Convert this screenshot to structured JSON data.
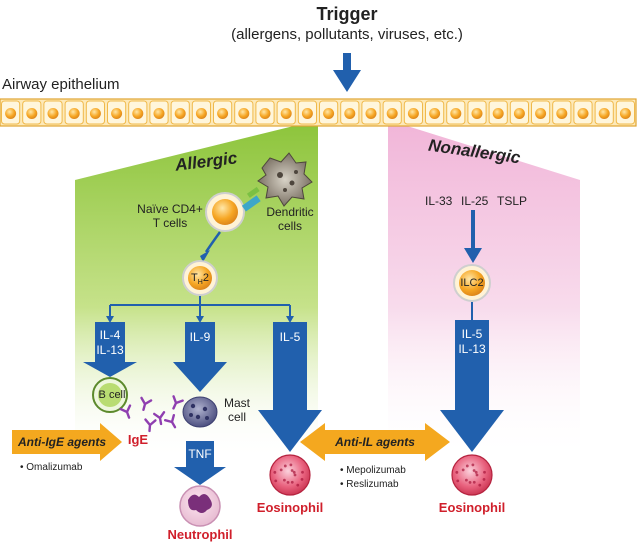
{
  "trigger": {
    "title": "Trigger",
    "subtitle": "(allergens, pollutants, viruses, etc.)"
  },
  "epithelium": {
    "label": "Airway epithelium"
  },
  "allergic": {
    "title": "Allergic",
    "naive_cells": [
      "Naïve CD4+",
      "T cells"
    ],
    "dendritic_cells": [
      "Dendritic",
      "cells"
    ],
    "th2": {
      "main": "T",
      "sub": "H",
      "suffix": "2"
    },
    "il4_il13": [
      "IL-4",
      "IL-13"
    ],
    "il9": "IL-9",
    "il5": "IL-5",
    "b_cell": "B cell",
    "mast_cell": [
      "Mast",
      "cell"
    ],
    "ige": "IgE",
    "tnf": "TNF",
    "neutrophil": "Neutrophil",
    "eosinophil": "Eosinophil"
  },
  "nonallergic": {
    "title": "Nonallergic",
    "cytokines": [
      "IL-33",
      "IL-25",
      "TSLP"
    ],
    "ilc2": "ILC2",
    "il5_il13": [
      "IL-5",
      "IL-13"
    ],
    "eosinophil": "Eosinophil"
  },
  "therapies": {
    "anti_ige": {
      "label": "Anti-IgE agents",
      "drugs": [
        "• Omalizumab"
      ]
    },
    "anti_il": {
      "label": "Anti-IL agents",
      "drugs": [
        "• Mepolizumab",
        "• Reslizumab"
      ]
    }
  },
  "colors": {
    "arrow_blue": "#2160ad",
    "orange": "#f4a81f",
    "red_label": "#d01f2b",
    "allergic_green": "#9ccb3b",
    "nonallergic_pink": "#f3c2df",
    "cell_orange": "#f6a623",
    "eosinophil_red": "#d63b57"
  },
  "icons": [
    "dendritic-cell-icon",
    "mast-cell-icon",
    "neutrophil-icon",
    "ige-antibody-icon",
    "receptor-icon"
  ]
}
